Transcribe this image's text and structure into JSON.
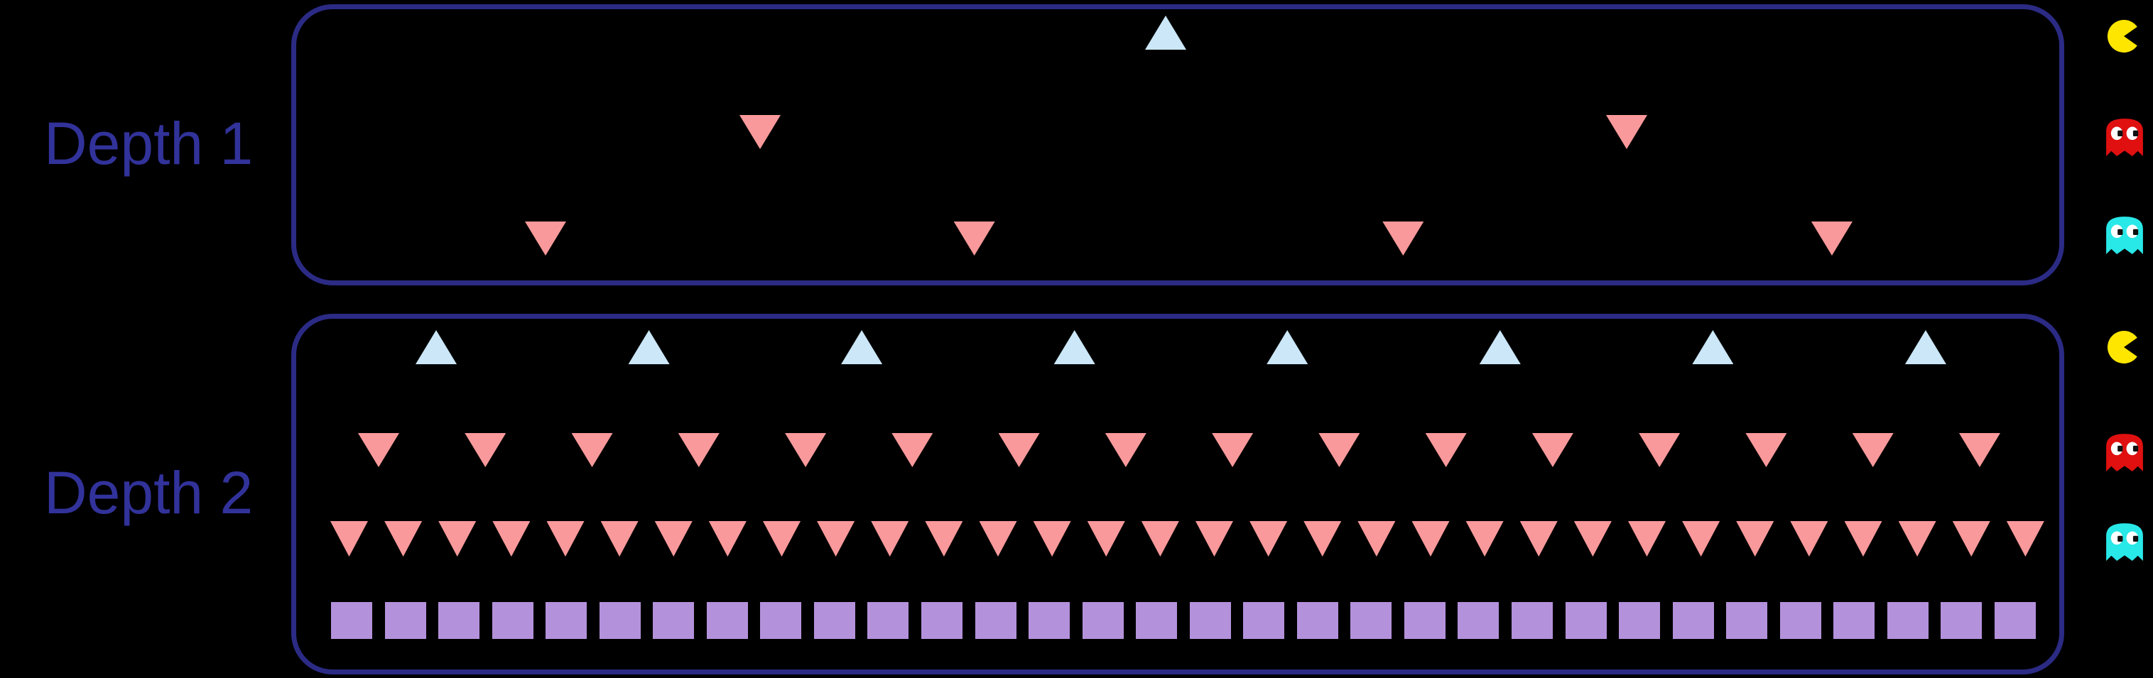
{
  "colors": {
    "background": "#000000",
    "panel_border": "#2B2B85",
    "label_navy": "#32329B",
    "node_blue": "#CBE7F8",
    "node_pink": "#FA999B",
    "node_purple": "#B491DB",
    "pacman_yellow": "#FFE600",
    "ghost_red": "#E01010",
    "ghost_cyan": "#29E8E8",
    "eye_white": "#FFFFFF",
    "pupil_black": "#101010"
  },
  "panels": [
    {
      "label": "Depth 1",
      "rows": [
        {
          "node_name": "pacman-max-node",
          "shape": "triangle-up",
          "color": "node_blue",
          "count": 1
        },
        {
          "node_name": "ghost-min-node",
          "shape": "triangle-down",
          "color": "node_pink",
          "count": 2
        },
        {
          "node_name": "ghost-min-node",
          "shape": "triangle-down",
          "color": "node_pink",
          "count": 4
        }
      ],
      "legend": [
        "pacman",
        "red-ghost",
        "cyan-ghost"
      ]
    },
    {
      "label": "Depth 2",
      "rows": [
        {
          "node_name": "pacman-max-node",
          "shape": "triangle-up",
          "color": "node_blue",
          "count": 8
        },
        {
          "node_name": "ghost-min-node",
          "shape": "triangle-down",
          "color": "node_pink",
          "count": 16
        },
        {
          "node_name": "ghost-min-node",
          "shape": "triangle-down",
          "color": "node_pink",
          "count": 32
        },
        {
          "node_name": "terminal-node",
          "shape": "square",
          "color": "node_purple",
          "count": 32
        }
      ],
      "legend": [
        "pacman",
        "red-ghost",
        "cyan-ghost"
      ]
    }
  ]
}
